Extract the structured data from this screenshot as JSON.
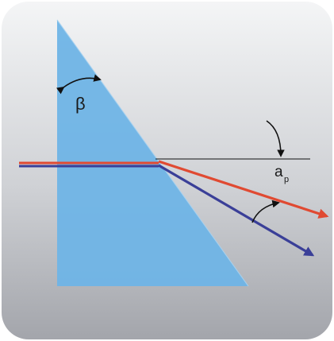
{
  "diagram": {
    "angle_labels": {
      "apex": "β",
      "deviation_main": "a",
      "deviation_sub": "p"
    },
    "colors": {
      "background_top": "#f4f5f6",
      "background_bottom": "#a3a5ab",
      "prism_fill": "#6fb4e6",
      "prism_edge": "#a9d3f1",
      "ray_red": "#e04a32",
      "ray_blue": "#3a3f98",
      "line": "#111111"
    },
    "icons": [
      "prism-shape",
      "red-ray-arrow",
      "blue-ray-arrow",
      "curved-angle-arrow"
    ]
  }
}
